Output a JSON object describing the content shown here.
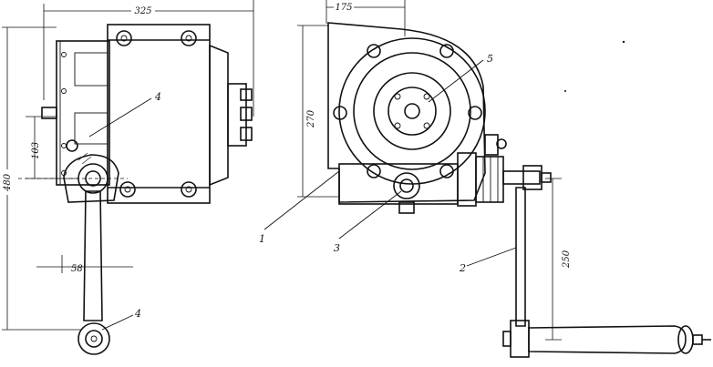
{
  "dimensions": {
    "left_width": "325",
    "left_height": "480",
    "left_offset": "103",
    "handle_offset": "58",
    "right_width": "175",
    "right_height": "270",
    "handle_length": "250"
  },
  "callouts": {
    "n1": "1",
    "n2": "2",
    "n3": "3",
    "n4": "4",
    "n5": "5",
    "n4b": "4"
  }
}
